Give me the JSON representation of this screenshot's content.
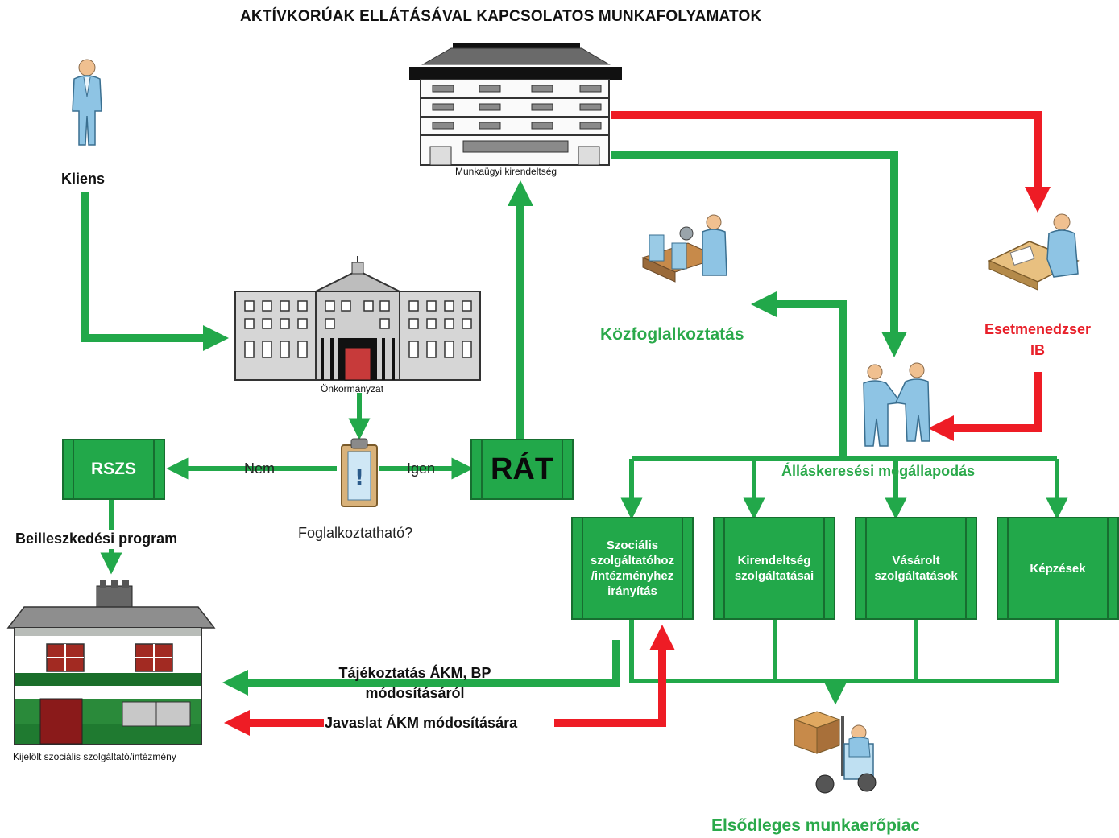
{
  "title": "AKTÍVKORÚAK ELLÁTÁSÁVAL KAPCSOLATOS MUNKAFOLYAMATOK",
  "nodes": {
    "kliens": "Kliens",
    "munkaugyi": "Munkaügyi kirendeltség",
    "onkormanyzat": "Önkormányzat",
    "foglalkoztathato": "Foglalkoztatható?",
    "nem": "Nem",
    "igen": "Igen",
    "rszs": "RSZS",
    "rat": "RÁT",
    "beilleszkedesi": "Beilleszkedési program",
    "kijelolt": "Kijelölt szociális szolgáltató/intézmény",
    "kozfoglalkoztatas": "Közfoglalkoztatás",
    "esetmenedzser_line1": "Esetmenedzser",
    "esetmenedzser_line2": "IB",
    "allaskeresesi": "Álláskeresési megállapodás",
    "tajekoztatas_line1": "Tájékoztatás ÁKM, BP",
    "tajekoztatas_line2": "módosításáról",
    "javaslat": "Javaslat ÁKM módosítására",
    "elsodleges": "Elsődleges munkaerőpiac"
  },
  "service_boxes": [
    {
      "line1": "Szociális",
      "line2": "szolgáltatóhoz",
      "line3": "/intézményhez",
      "line4": "irányítás"
    },
    {
      "line1": "Kirendeltség",
      "line2": "szolgáltatásai"
    },
    {
      "line1": "Vásárolt",
      "line2": "szolgáltatások"
    },
    {
      "line1": "Képzések"
    }
  ],
  "colors": {
    "green": "#22a84a",
    "dark_green": "#176e30",
    "red": "#ee1c25",
    "label_green": "#2aa94a",
    "label_red": "#e8202a"
  },
  "icons": [
    "person-icon",
    "office-building-icon",
    "town-hall-icon",
    "clipboard-question-icon",
    "worker-machine-icon",
    "desk-worker-icon",
    "handshake-icon",
    "house-icon",
    "forklift-icon"
  ]
}
